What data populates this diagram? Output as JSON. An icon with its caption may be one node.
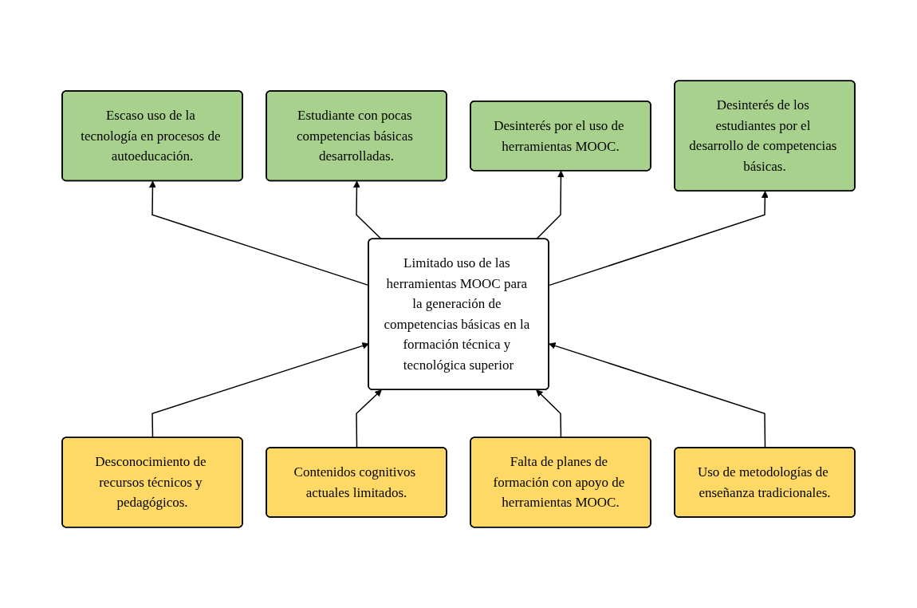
{
  "diagram": {
    "nodes": [
      {
        "text": [
          "Escaso uso de la tecnología en procesos de autoeducación."
        ]
      },
      {
        "text": [
          "Estudiante con pocas competencias básicas desarrolladas."
        ]
      },
      {
        "text": [
          "Desinterés por el uso de herramientas MOOC."
        ]
      },
      {
        "text": [
          "Desinterés de los estudiantes por el desarrollo de competencias básicas."
        ]
      },
      {
        "text": [
          "Limitado uso de las herramientas MOOC para la generación de competencias básicas en la formación técnica y tecnológica superior"
        ]
      },
      {
        "text": [
          "Desconocimiento de recursos técnicos y pedagógicos."
        ]
      },
      {
        "text": [
          "Contenidos cognitivos actuales limitados."
        ]
      },
      {
        "text": [
          "Falta de planes de formación con apoyo de herramientas MOOC."
        ]
      },
      {
        "text": [
          "Uso de metodologías de enseñanza tradicionales."
        ]
      }
    ],
    "edges": [
      {
        "from": 5,
        "to": 4,
        "arrow": "to"
      },
      {
        "from": 6,
        "to": 4,
        "arrow": "to"
      },
      {
        "from": 7,
        "to": 4,
        "arrow": "to"
      },
      {
        "from": 8,
        "to": 4,
        "arrow": "to"
      },
      {
        "from": 4,
        "to": 0,
        "arrow": "to"
      },
      {
        "from": 4,
        "to": 1,
        "arrow": "to"
      },
      {
        "from": 4,
        "to": 2,
        "arrow": "to"
      },
      {
        "from": 4,
        "to": 3,
        "arrow": "to"
      }
    ]
  }
}
